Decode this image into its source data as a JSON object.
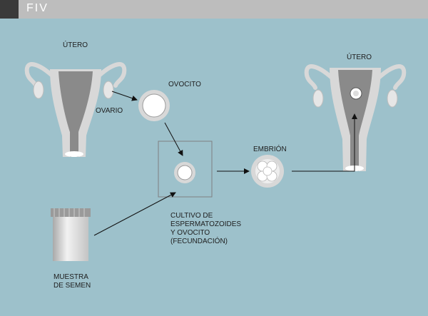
{
  "header": {
    "title": "FIV"
  },
  "labels": {
    "uterus_left": "ÚTERO",
    "ovary": "OVARIO",
    "oocyte": "OVOCITO",
    "embryo": "EMBRIÓN",
    "uterus_right": "ÚTERO",
    "culture_line1": "CULTIVO DE",
    "culture_line2": "ESPERMATOZOIDES",
    "culture_line3": "Y OVOCITO",
    "culture_line4": "(FECUNDACIÓN)",
    "semen_line1": "MUESTRA",
    "semen_line2": "DE SEMEN"
  },
  "colors": {
    "background": "#9dc1cb",
    "header_bar": "#bdbdbd",
    "header_tab": "#3a3a3a",
    "organ_light": "#d8d8d8",
    "organ_dark": "#8a8a8a",
    "arrow": "#111111"
  }
}
